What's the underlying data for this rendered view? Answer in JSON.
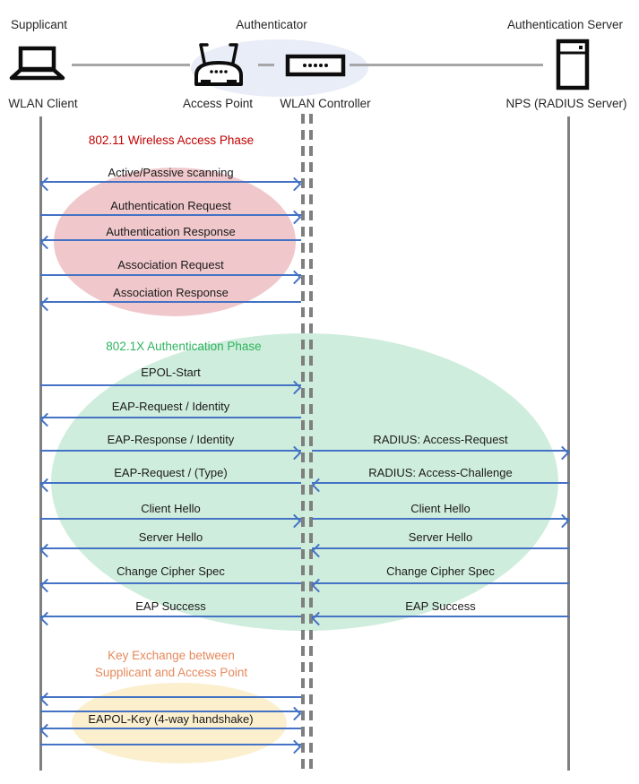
{
  "headers": {
    "supplicant": "Supplicant",
    "authenticator": "Authenticator",
    "auth_server": "Authentication Server"
  },
  "nodes": {
    "wlan_client": "WLAN Client",
    "access_point": "Access Point",
    "wlan_controller": "WLAN Controller",
    "nps": "NPS (RADIUS Server)"
  },
  "phases": {
    "wireless": {
      "title": "802.11 Wireless Access Phase",
      "color": "#c00000"
    },
    "auth": {
      "title": "802.1X Authentication Phase",
      "color": "#2fb45f"
    },
    "key_exchange": {
      "line1": "Key Exchange between",
      "line2": "Supplicant and Access Point",
      "color": "#e6895c"
    }
  },
  "messages": {
    "scanning": "Active/Passive scanning",
    "auth_request": "Authentication Request",
    "auth_response": "Authentication Response",
    "assoc_request": "Association Request",
    "assoc_response": "Association Response",
    "epol_start": "EPOL-Start",
    "eap_request_identity": "EAP-Request / Identity",
    "eap_response_identity": "EAP-Response / Identity",
    "radius_access_request": "RADIUS: Access-Request",
    "eap_request_type": "EAP-Request / (Type)",
    "radius_access_challenge": "RADIUS: Access-Challenge",
    "client_hello_left": "Client Hello",
    "client_hello_right": "Client Hello",
    "server_hello_left": "Server Hello",
    "server_hello_right": "Server Hello",
    "change_cipher_left": "Change Cipher Spec",
    "change_cipher_right": "Change Cipher Spec",
    "eap_success_left": "EAP Success",
    "eap_success_right": "EAP Success",
    "eapol_key": "EAPOL-Key (4-way handshake)"
  },
  "colors": {
    "arrow": "#4472c4",
    "lifeline": "#7f7f7f",
    "connector": "#a6a6a6",
    "ellipse_pink": "#f0c8cb",
    "ellipse_green": "#cfeddc",
    "ellipse_yellow": "#fbefce",
    "ellipse_blue": "#e8edf7"
  }
}
